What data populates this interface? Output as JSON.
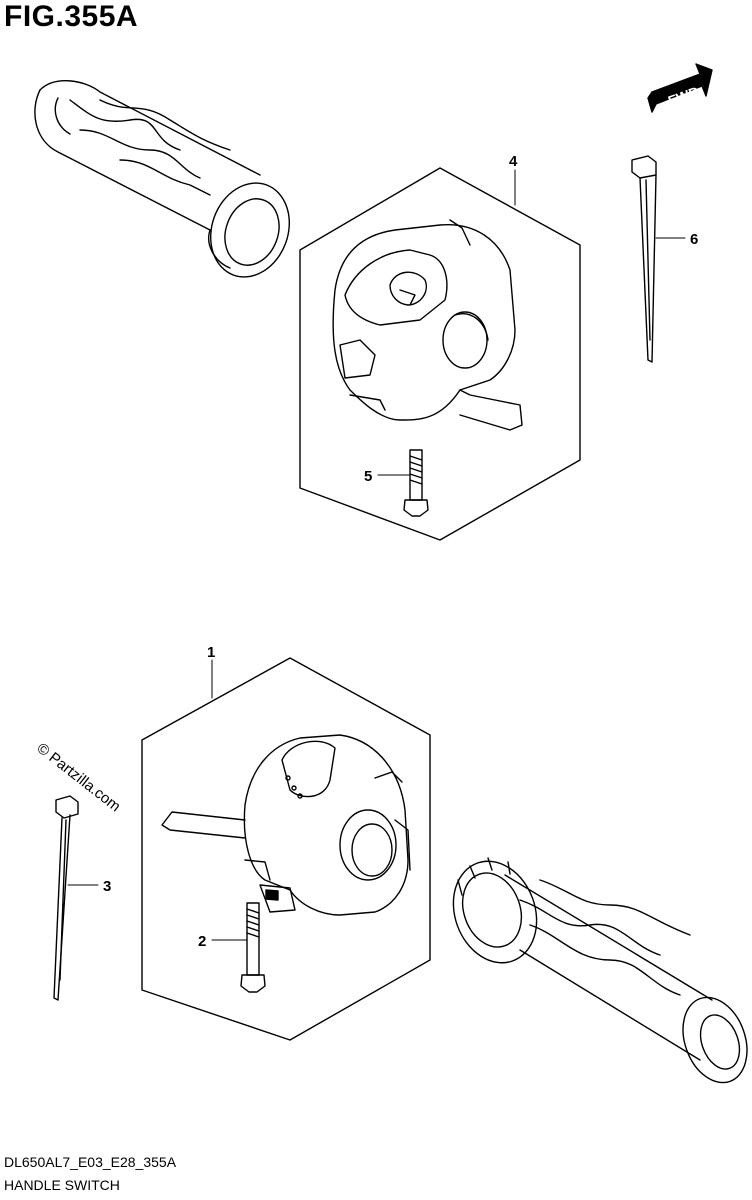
{
  "figure": {
    "title": "FIG.355A",
    "model_code": "DL650AL7_E03_E28_355A",
    "section_name": "HANDLE SWITCH",
    "direction_label": "FWD",
    "watermark": "© Partzilla.com"
  },
  "callouts": [
    {
      "id": "1",
      "label": "1"
    },
    {
      "id": "2",
      "label": "2"
    },
    {
      "id": "3",
      "label": "3"
    },
    {
      "id": "4",
      "label": "4"
    },
    {
      "id": "5",
      "label": "5"
    },
    {
      "id": "6",
      "label": "6"
    }
  ],
  "colors": {
    "line": "#000000",
    "background": "#ffffff"
  }
}
